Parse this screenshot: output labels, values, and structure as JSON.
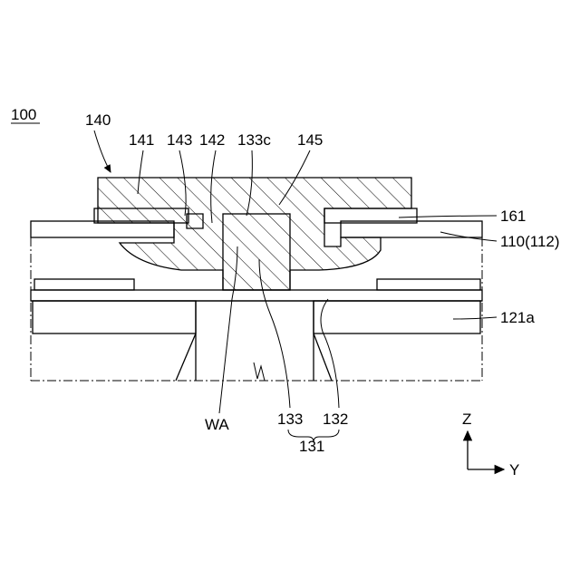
{
  "figure": {
    "ref_main": "100",
    "labels": {
      "l140": "140",
      "l141": "141",
      "l143": "143",
      "l142": "142",
      "l133c": "133c",
      "l145": "145",
      "l161": "161",
      "l110": "110(112)",
      "l121a": "121a",
      "lWA": "WA",
      "l133": "133",
      "l132": "132",
      "l131": "131"
    },
    "axes": {
      "z": "Z",
      "y": "Y"
    }
  }
}
